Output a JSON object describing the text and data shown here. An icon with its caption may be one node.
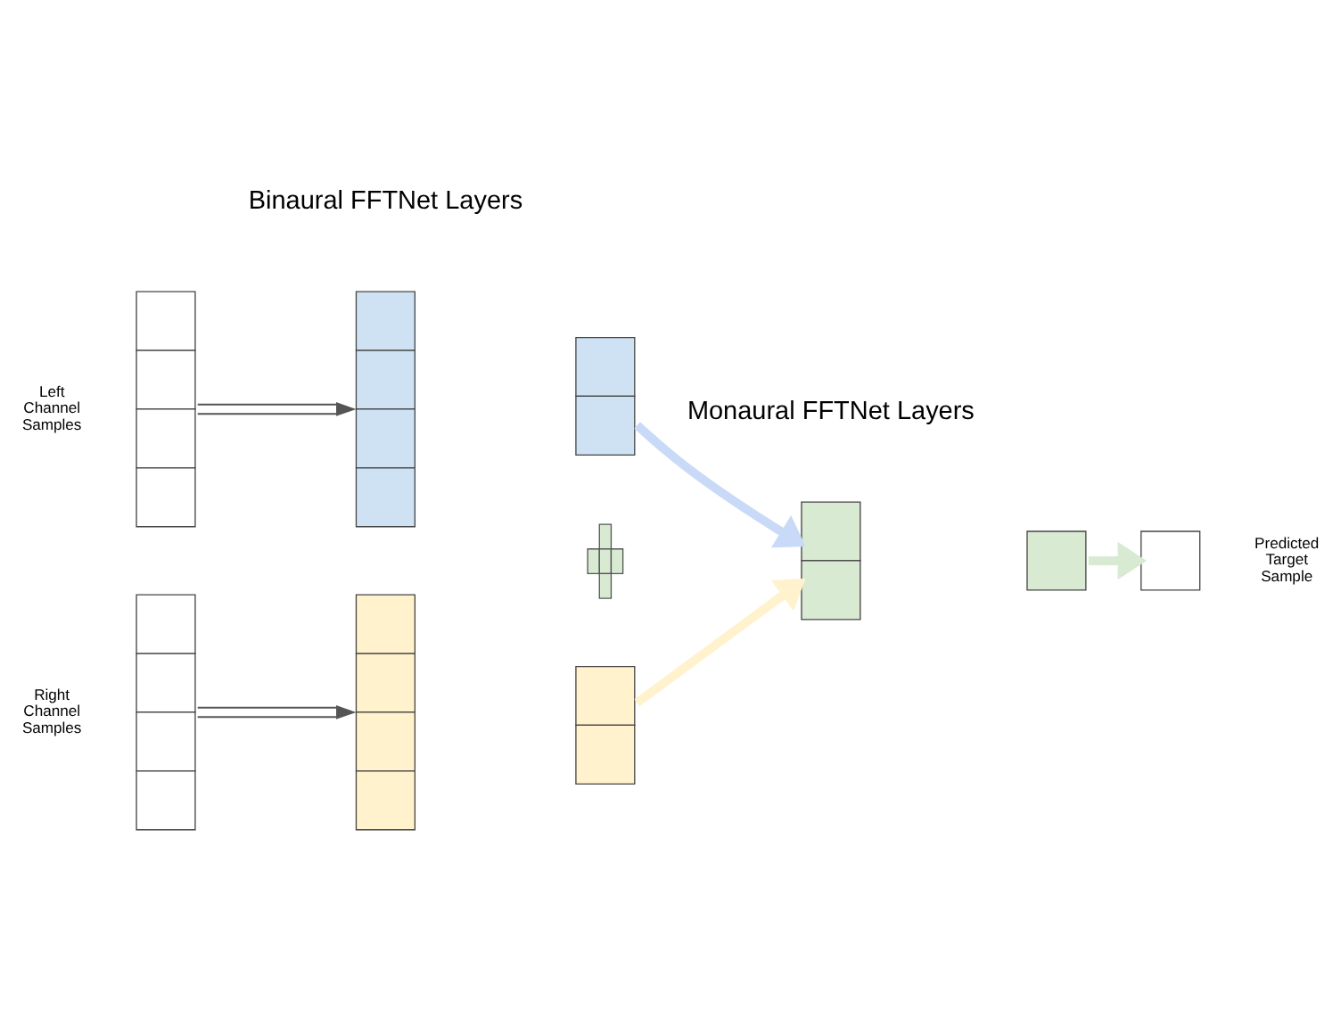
{
  "diagram": {
    "nodes": [
      {
        "text": [],
        "shape": "box",
        "beside": [
          "Left Channel Samples"
        ]
      },
      {
        "text": [],
        "shape": "box"
      },
      {
        "text": [],
        "shape": "box"
      },
      {
        "text": [],
        "shape": "box",
        "beside": [
          "Right Channel Samples"
        ]
      },
      {
        "text": [],
        "shape": "box"
      },
      {
        "text": [],
        "shape": "box"
      },
      {
        "text": [],
        "shape": "box"
      },
      {
        "text": [],
        "shape": "box"
      },
      {
        "text": [],
        "shape": "box",
        "beside": [
          "Predicted Target Sample"
        ]
      },
      {
        "text": [],
        "shape": "plus"
      }
    ],
    "edges": [
      {
        "from": 0,
        "to": 1,
        "arrow": "to"
      },
      {
        "from": 3,
        "to": 4,
        "arrow": "to"
      },
      {
        "from": 2,
        "to": 6,
        "arrow": "to",
        "color": "#c9daf8"
      },
      {
        "from": 5,
        "to": 6,
        "arrow": "to",
        "color": "#fff2cc"
      },
      {
        "from": 7,
        "to": 8,
        "arrow": "to",
        "color": "#d9ead3"
      }
    ],
    "labels": [
      "Binaural FFTNet Layers",
      "Monaural FFTNet Layers"
    ]
  }
}
